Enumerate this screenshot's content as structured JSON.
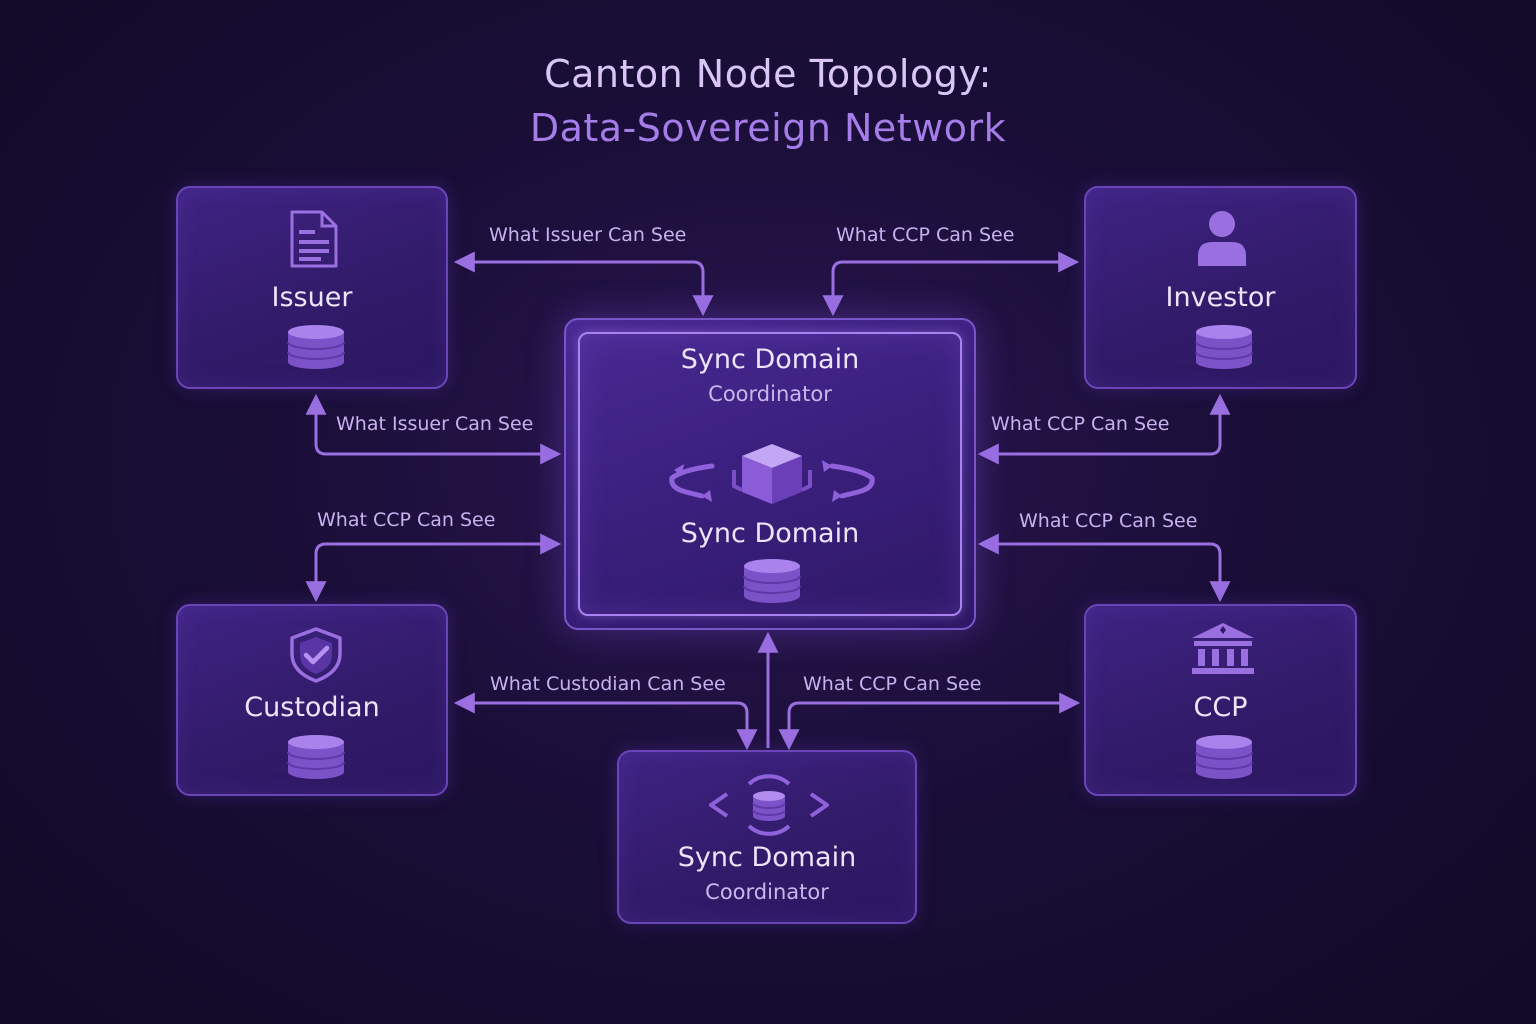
{
  "title": {
    "line1": "Canton Node Topology:",
    "line2": "Data-Sovereign Network"
  },
  "nodes": {
    "issuer": {
      "label": "Issuer",
      "icon": "document-icon"
    },
    "investor": {
      "label": "Investor",
      "icon": "user-icon"
    },
    "custodian": {
      "label": "Custodian",
      "icon": "shield-check-icon"
    },
    "ccp": {
      "label": "CCP",
      "icon": "bank-icon"
    },
    "sync_domain_center": {
      "title": "Sync Domain",
      "subtitle": "Coordinator",
      "label": "Sync Domain",
      "icon": "cube-sync-icon"
    },
    "sync_domain_bottom": {
      "title": "Sync Domain",
      "subtitle": "Coordinator",
      "icon": "database-sync-icon"
    }
  },
  "edges": {
    "issuer_top": "What Issuer Can See",
    "investor_top": "What CCP Can See",
    "issuer_side": "What Issuer Can See",
    "investor_side": "What CCP Can See",
    "custodian_side": "What CCP Can See",
    "ccp_side": "What CCP Can See",
    "custodian_bottom": "What Custodian Can See",
    "ccp_bottom": "What CCP Can See"
  },
  "colors": {
    "background": "#150c2e",
    "node_fill": "#3a1f7c",
    "node_border": "#6a45b8",
    "arrow": "#9a6fe0",
    "title_primary": "#d9c6f7",
    "title_accent": "#a57de8",
    "database": "#8f62dc"
  }
}
